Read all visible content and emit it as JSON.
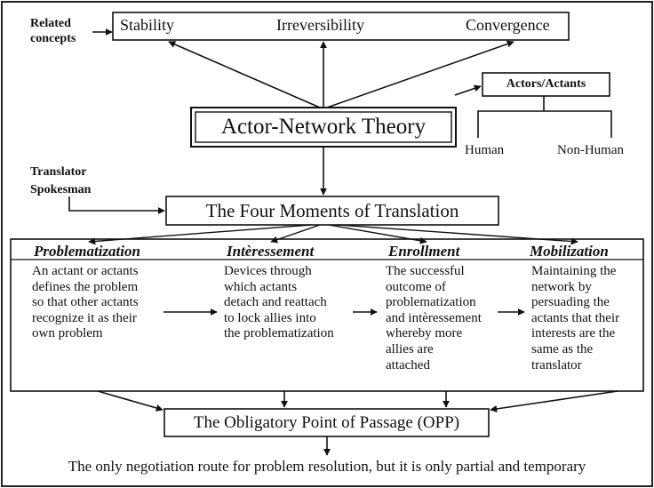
{
  "related_concepts": {
    "label_lines": [
      "Related",
      "concepts"
    ],
    "items": [
      "Stability",
      "Irreversibility",
      "Convergence"
    ]
  },
  "actors": {
    "title": "Actors/Actants",
    "branches": [
      "Human",
      "Non-Human"
    ]
  },
  "center_title": "Actor-Network Theory",
  "translator": {
    "lines": [
      "Translator",
      "Spokesman"
    ]
  },
  "four_moments": "The Four Moments of Translation",
  "moments": [
    {
      "title": "Problematization",
      "lines": [
        "An actant or actants",
        "defines the problem",
        "so that other actants",
        "recognize it as their",
        "own problem"
      ]
    },
    {
      "title": "Intèressement",
      "lines": [
        "Devices through",
        "which actants",
        "detach and reattach",
        "to lock allies into",
        "the problematization"
      ]
    },
    {
      "title": "Enrollment",
      "lines": [
        "The successful",
        "outcome of",
        "problematization",
        "and intèressement",
        "whereby more",
        "allies are",
        "attached"
      ]
    },
    {
      "title": "Mobilization",
      "lines": [
        "Maintaining the",
        "network by",
        "persuading the",
        "actants that their",
        "interests are the",
        "same as the",
        "translator"
      ]
    }
  ],
  "opp": "The Obligatory Point of Passage (OPP)",
  "footer": "The only negotiation route for problem resolution, but it is only partial and temporary"
}
